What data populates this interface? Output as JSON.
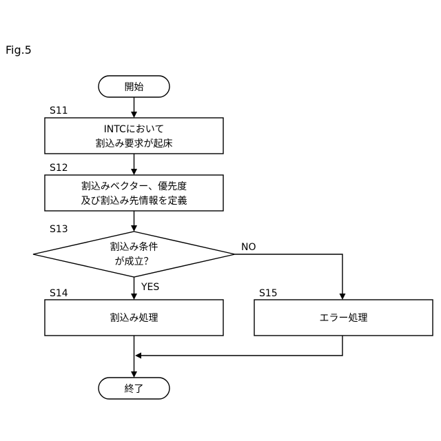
{
  "figure_label": "Fig.5",
  "start": {
    "label": "開始"
  },
  "end": {
    "label": "終了"
  },
  "steps": {
    "s11": {
      "id": "S11",
      "lines": [
        "INTCにおいて",
        "割込み要求が起床"
      ]
    },
    "s12": {
      "id": "S12",
      "lines": [
        "割込みベクター、優先度",
        "及び割込み先情報を定義"
      ]
    },
    "s13": {
      "id": "S13",
      "lines": [
        "割込み条件",
        "が成立？"
      ]
    },
    "s14": {
      "id": "S14",
      "lines": [
        "割込み処理"
      ]
    },
    "s15": {
      "id": "S15",
      "lines": [
        "エラー処理"
      ]
    }
  },
  "branches": {
    "yes": "YES",
    "no": "NO"
  }
}
